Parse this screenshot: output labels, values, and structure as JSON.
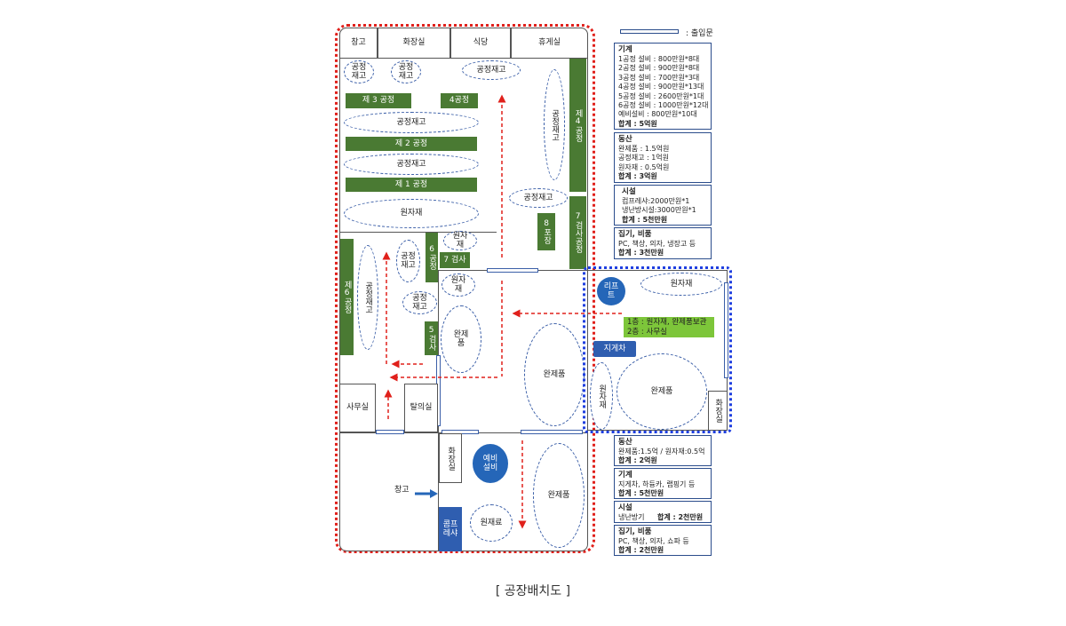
{
  "legend": {
    "entrance_label": ": 출입문"
  },
  "caption": "[ 공장배치도 ]",
  "top_rooms": [
    "창고",
    "화장실",
    "식당",
    "휴게실"
  ],
  "areas": {
    "wip_1": "공정\n재고",
    "wip_2": "공정\n재고",
    "wip_3": "공정재고",
    "wip_right_tall": "공정재고",
    "process_3": "제 3 공정",
    "process_4": "4공정",
    "wip_row1": "공정재고",
    "process_2": "제 2 공정",
    "wip_row2": "공정재고",
    "process_1": "제 1 공정",
    "raw_material_1": "원자재",
    "process_4_vertical": "제4공정",
    "wip_small_right": "공정재고",
    "packing_8": "8포장",
    "inspection_7_vertical": "7검사공정",
    "process_6_left": "제6공정",
    "wip_left_tall": "공정재고",
    "wip_center": "공정\n재고",
    "process_6_small": "6공정",
    "raw_small_1": "원자\n재",
    "inspection_7": "7 검사",
    "raw_small_2": "원자\n재",
    "wip_center_2": "공정\n재고",
    "inspection_5": "5검사",
    "finished_1": "완제\n품",
    "finished_2": "완제품",
    "office": "사무실",
    "changing_room": "탈의실",
    "restroom_lower": "화장실",
    "spare_equipment": "예비\n설비",
    "finished_3": "완제품",
    "warehouse_arrow": "창고",
    "raw_storage": "원재료",
    "compressor": "콤프\n레샤",
    "lift": "리프\n트",
    "raw_material_right": "원자재",
    "floor_note_1": "1층 : 원자재, 완제품보관",
    "floor_note_2": "2층 : 사무실",
    "forklift": "지게차",
    "raw_right_vertical": "원자재",
    "finished_right": "완제품",
    "restroom_right": "화장실"
  },
  "panels": {
    "machine": {
      "title": "기계",
      "lines": [
        "1공정 설비 :  800만원*8대",
        "2공정 설비 :  900만원*8대",
        "3공정 설비 : 700만원*3대",
        "4공정 설비 : 900만원*13대",
        "5공정 설비 : 2600만원*1대",
        "6공정 설비 : 1000만원*12대",
        "예비설비 : 800만원*10대"
      ],
      "sum": "합계 : 5억원"
    },
    "movable": {
      "title": "동산",
      "lines": [
        "완제품 : 1.5억원",
        "공정재고 : 1억원",
        "원자재 : 0.5억원"
      ],
      "sum": "합계 : 3억원"
    },
    "facility": {
      "title": "시설",
      "lines": [
        "컴프레샤:2000만원*1",
        "냉난방시설:3000만원*1"
      ],
      "sum": "합계 : 5천만원"
    },
    "fixtures": {
      "title": "집기, 비품",
      "lines": [
        "PC, 책상, 의자, 냉장고 등"
      ],
      "sum": "합계 : 3천만원"
    },
    "movable_2": {
      "title": "동산",
      "lines": [
        "완제품:1.5억 / 원자재:0.5억"
      ],
      "sum": "합계 : 2억원"
    },
    "machine_2": {
      "title": "기계",
      "lines": [
        "지게차, 하듕카, 랩핑기 등"
      ],
      "sum": "합계 : 5천만원"
    },
    "facility_2": {
      "title": "시설",
      "line": "냉난방기",
      "sum": "합계 : 2천만원"
    },
    "fixtures_2": {
      "title": "집기, 비품",
      "lines": [
        "PC, 책상, 의자, 쇼파 등"
      ],
      "sum": "합계 : 2천만원"
    }
  },
  "colors": {
    "process_green": "#4a7a33",
    "equipment_blue": "#2566b8",
    "zone_red": "#e0201b",
    "zone_blue": "#1f3fe0",
    "note_green": "#7dc63a"
  }
}
